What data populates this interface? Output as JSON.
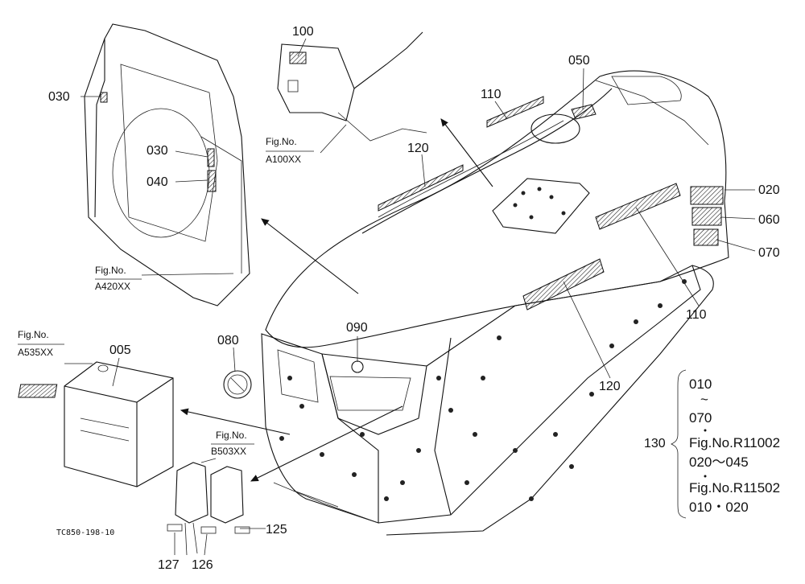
{
  "callouts": {
    "c005": "005",
    "c020": "020",
    "c030a": "030",
    "c030b": "030",
    "c040": "040",
    "c050": "050",
    "c060": "060",
    "c070": "070",
    "c080": "080",
    "c090": "090",
    "c100": "100",
    "c110a": "110",
    "c110b": "110",
    "c120a": "120",
    "c120b": "120",
    "c125": "125",
    "c126": "126",
    "c127": "127",
    "c130": "130"
  },
  "fig_refs": {
    "a100": {
      "line1": "Fig.No.",
      "line2": "A100XX"
    },
    "a420": {
      "line1": "Fig.No.",
      "line2": "A420XX"
    },
    "a535": {
      "line1": "Fig.No.",
      "line2": "A535XX"
    },
    "b503": {
      "line1": "Fig.No.",
      "line2": "B503XX"
    }
  },
  "legend": {
    "l1": "010",
    "l2": "~",
    "l3": "070",
    "l4": "Fig.No.R11002",
    "l5": "020～045",
    "l6": "Fig.No.R11502",
    "l7": "010・020"
  },
  "drawing_code": "TC850-198-10"
}
